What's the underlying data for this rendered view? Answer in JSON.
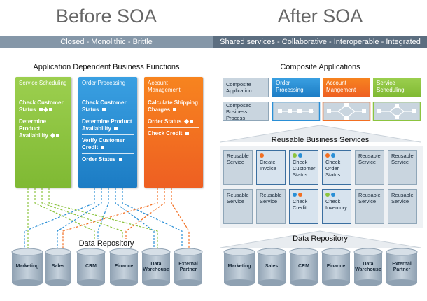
{
  "left": {
    "title": "Before SOA",
    "banner": "Closed - Monolithic - Brittle",
    "section_title": "Application Dependent Business Functions",
    "columns": [
      {
        "header": "Service Scheduling",
        "items": [
          "Check Customer Status",
          "Determine Product Availability"
        ]
      },
      {
        "header": "Order Processing",
        "items": [
          "Check Customer Status",
          "Determine Product Availability",
          "Verify Customer Credit",
          "Order Status"
        ]
      },
      {
        "header": "Account Management",
        "items": [
          "Calculate Shipping Charges",
          "Order Status",
          "Check Credit"
        ]
      }
    ],
    "repository_title": "Data Repository",
    "repositories": [
      "Marketing",
      "Sales",
      "CRM",
      "Finance",
      "Data Warehouse",
      "External Partner"
    ]
  },
  "right": {
    "title": "After SOA",
    "banner": "Shared services - Collaborative - Interoperable - Integrated",
    "section_title": "Composite Applications",
    "row_labels": [
      "Composite Application",
      "Composed Business Process"
    ],
    "apps": [
      "Order Processing",
      "Account Mangement",
      "Service Scheduling"
    ],
    "services_title": "Reusable Business Services",
    "services_row1": [
      "Reusable Service",
      "Create Invoice",
      "Check Customer Status",
      "Check Order Status",
      "Reusable Service",
      "Reusable Service"
    ],
    "services_row2": [
      "Reusable Service",
      "Reusable Service",
      "Check Credit",
      "Check Inventory",
      "Reusable Service",
      "Reusable Service"
    ],
    "repository_title": "Data Repository",
    "repositories": [
      "Marketing",
      "Sales",
      "CRM",
      "Finance",
      "Data Warehouse",
      "External Partner"
    ]
  },
  "colors": {
    "green": "#8cc43f",
    "blue": "#2a8fd6",
    "orange": "#f26f22",
    "banner_left": "#8597a8",
    "banner_right": "#5c6e80",
    "cylinder": "#a9b8c6"
  }
}
